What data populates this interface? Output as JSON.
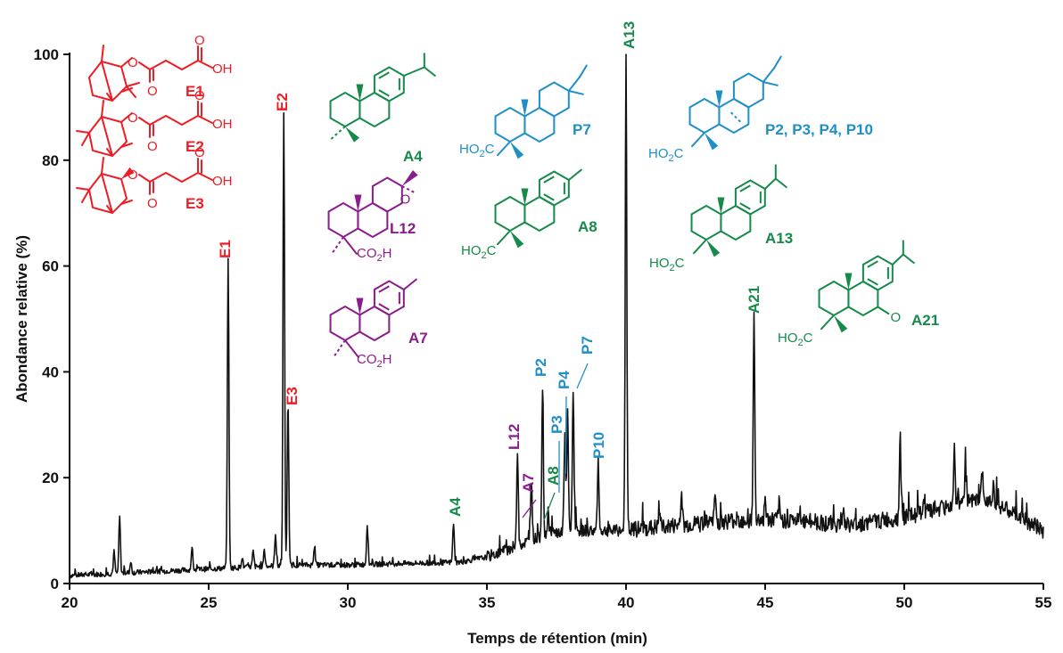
{
  "colors": {
    "red": "#ee1c24",
    "green": "#168a4a",
    "blue": "#1f8fc8",
    "purple": "#8b1c8c",
    "trace": "#111111"
  },
  "chart_data": {
    "type": "line",
    "xlabel": "Temps de rétention (min)",
    "ylabel": "Abondance relative (%)",
    "xlim": [
      20,
      55
    ],
    "ylim": [
      0,
      100
    ],
    "xticks": [
      20,
      25,
      30,
      35,
      40,
      45,
      50,
      55
    ],
    "yticks": [
      0,
      20,
      40,
      60,
      80,
      100
    ],
    "grid": false,
    "series": [
      {
        "baseline": [
          [
            20,
            1.5
          ],
          [
            22,
            2
          ],
          [
            24,
            2.5
          ],
          [
            26,
            3
          ],
          [
            28,
            3.5
          ],
          [
            30,
            3.5
          ],
          [
            32,
            3.8
          ],
          [
            34,
            4
          ],
          [
            35,
            5
          ],
          [
            36,
            7
          ],
          [
            37,
            9
          ],
          [
            38,
            10
          ],
          [
            40,
            10
          ],
          [
            42,
            11
          ],
          [
            44,
            12
          ],
          [
            46,
            12
          ],
          [
            48,
            11
          ],
          [
            50,
            12.5
          ],
          [
            52,
            15
          ],
          [
            53,
            16
          ],
          [
            54,
            13
          ],
          [
            55,
            10
          ]
        ],
        "peaks": [
          {
            "x": 21.6,
            "y": 6
          },
          {
            "x": 21.8,
            "y": 12.5
          },
          {
            "x": 22.2,
            "y": 4
          },
          {
            "x": 24.4,
            "y": 6.5
          },
          {
            "x": 25.7,
            "y": 61
          },
          {
            "x": 26.2,
            "y": 5
          },
          {
            "x": 26.6,
            "y": 6
          },
          {
            "x": 27.0,
            "y": 6.5
          },
          {
            "x": 27.4,
            "y": 9.5
          },
          {
            "x": 27.7,
            "y": 89
          },
          {
            "x": 27.85,
            "y": 34.5
          },
          {
            "x": 28.8,
            "y": 7
          },
          {
            "x": 30.7,
            "y": 11
          },
          {
            "x": 33.8,
            "y": 11.5
          },
          {
            "x": 36.1,
            "y": 25.5
          },
          {
            "x": 36.6,
            "y": 20
          },
          {
            "x": 37.0,
            "y": 37.5
          },
          {
            "x": 37.2,
            "y": 14
          },
          {
            "x": 37.8,
            "y": 28
          },
          {
            "x": 37.9,
            "y": 32
          },
          {
            "x": 38.1,
            "y": 37
          },
          {
            "x": 39.0,
            "y": 22.5
          },
          {
            "x": 40.0,
            "y": 100
          },
          {
            "x": 41.2,
            "y": 14
          },
          {
            "x": 42.0,
            "y": 16
          },
          {
            "x": 43.2,
            "y": 17
          },
          {
            "x": 44.6,
            "y": 50.5
          },
          {
            "x": 45.0,
            "y": 16
          },
          {
            "x": 45.5,
            "y": 15
          },
          {
            "x": 47.8,
            "y": 14
          },
          {
            "x": 49.85,
            "y": 28
          },
          {
            "x": 50.7,
            "y": 16
          },
          {
            "x": 51.8,
            "y": 26
          },
          {
            "x": 52.2,
            "y": 22
          },
          {
            "x": 52.8,
            "y": 21
          },
          {
            "x": 53.2,
            "y": 19
          }
        ]
      }
    ],
    "peak_labels": [
      {
        "text": "E1",
        "x": 25.7,
        "color": "red"
      },
      {
        "text": "E2",
        "x": 27.7,
        "color": "red"
      },
      {
        "text": "E3",
        "x": 27.85,
        "color": "red"
      },
      {
        "text": "A4",
        "x": 33.8,
        "color": "green"
      },
      {
        "text": "L12",
        "x": 36.1,
        "color": "purple"
      },
      {
        "text": "A7",
        "x": 36.0,
        "color": "purple"
      },
      {
        "text": "A8",
        "x": 37.1,
        "color": "green"
      },
      {
        "text": "P2",
        "x": 37.0,
        "color": "blue"
      },
      {
        "text": "P3",
        "x": 37.8,
        "color": "blue"
      },
      {
        "text": "P4",
        "x": 37.9,
        "color": "blue"
      },
      {
        "text": "P7",
        "x": 38.1,
        "color": "blue"
      },
      {
        "text": "P10",
        "x": 39.0,
        "color": "blue"
      },
      {
        "text": "A13",
        "x": 40.0,
        "color": "green"
      },
      {
        "text": "A21",
        "x": 44.6,
        "color": "green"
      }
    ],
    "structures": [
      {
        "label": "E1",
        "color": "red",
        "groups": [
          "O",
          "O",
          "O",
          "OH"
        ]
      },
      {
        "label": "E2",
        "color": "red",
        "groups": [
          "O",
          "O",
          "O",
          "OH"
        ]
      },
      {
        "label": "E3",
        "color": "red",
        "groups": [
          "O",
          "O",
          "O",
          "OH"
        ]
      },
      {
        "label": "A4",
        "color": "green",
        "groups": []
      },
      {
        "label": "L12",
        "color": "purple",
        "groups": [
          "O",
          "CO₂H"
        ]
      },
      {
        "label": "A7",
        "color": "purple",
        "groups": [
          "CO₂H"
        ]
      },
      {
        "label": "P7",
        "color": "blue",
        "groups": [
          "HO₂C"
        ]
      },
      {
        "label": "P2, P3, P4, P10",
        "color": "blue",
        "groups": [
          "HO₂C"
        ]
      },
      {
        "label": "A8",
        "color": "green",
        "groups": [
          "HO₂C"
        ]
      },
      {
        "label": "A13",
        "color": "green",
        "groups": [
          "HO₂C"
        ]
      },
      {
        "label": "A21",
        "color": "green",
        "groups": [
          "HO₂C",
          "O"
        ]
      }
    ]
  }
}
